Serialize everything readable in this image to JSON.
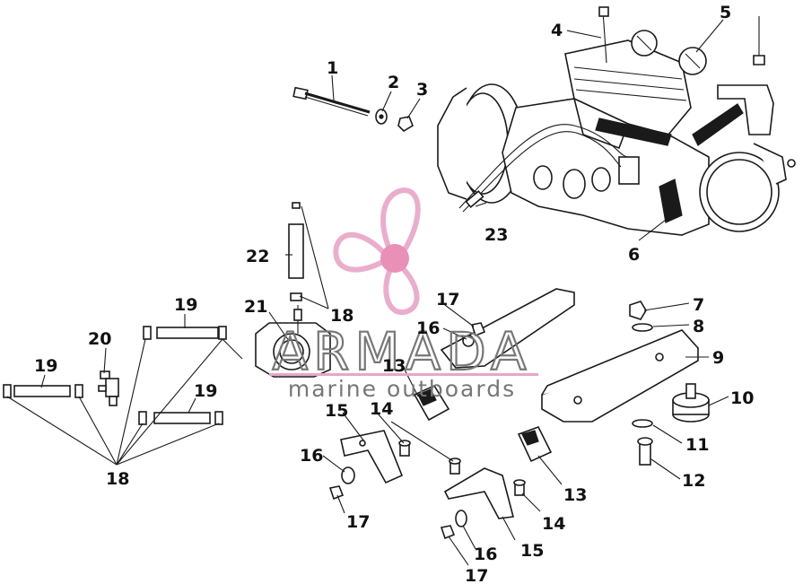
{
  "callouts": {
    "c1": "1",
    "c2": "2",
    "c3": "3",
    "c4": "4",
    "c5": "5",
    "c6": "6",
    "c7": "7",
    "c8": "8",
    "c9": "9",
    "c10": "10",
    "c11": "11",
    "c12": "12",
    "c13a": "13",
    "c13b": "13",
    "c14a": "14",
    "c14b": "14",
    "c15a": "15",
    "c15b": "15",
    "c16a": "16",
    "c16b": "16",
    "c16c": "16",
    "c17a": "17",
    "c17b": "17",
    "c17c": "17",
    "c18a": "18",
    "c18b": "18",
    "c19a": "19",
    "c19b": "19",
    "c19c": "19",
    "c20": "20",
    "c21": "21",
    "c22": "22",
    "c23": "23"
  },
  "watermark": {
    "brand": "ARMADA",
    "tagline": "marine outboards",
    "brand_color": "#777777",
    "logo_color": "#e8a6c8",
    "logo_center_color": "#e890b8"
  }
}
